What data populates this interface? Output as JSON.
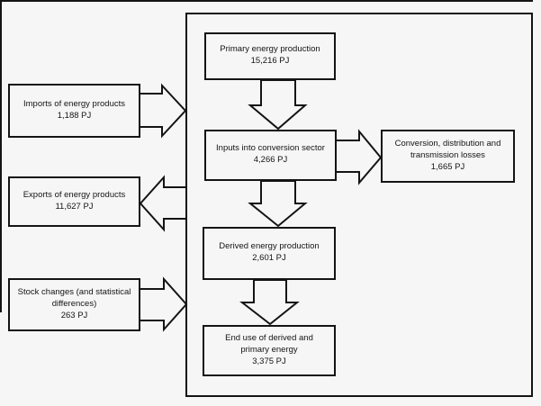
{
  "page": {
    "background_color": "#f6f6f6",
    "line_color": "#141414",
    "unit": "PJ"
  },
  "boxes": {
    "imports": {
      "lines": [
        "Imports of energy products",
        "1,188 PJ"
      ]
    },
    "exports": {
      "lines": [
        "Exports of energy products",
        "11,627 PJ"
      ]
    },
    "stock": {
      "lines": [
        "Stock changes (and statistical",
        "differences)",
        "263 PJ"
      ]
    },
    "primary": {
      "lines": [
        "Primary energy production",
        "15,216 PJ"
      ]
    },
    "inputs": {
      "lines": [
        "Inputs into conversion sector",
        "4,266 PJ"
      ]
    },
    "conversion": {
      "lines": [
        "Conversion, distribution and",
        "transmission losses",
        "1,665 PJ"
      ]
    },
    "derived": {
      "lines": [
        "Derived energy production",
        "2,601 PJ"
      ]
    },
    "enduse": {
      "lines": [
        "End use of derived and",
        "primary energy",
        "3,375 PJ"
      ]
    }
  }
}
